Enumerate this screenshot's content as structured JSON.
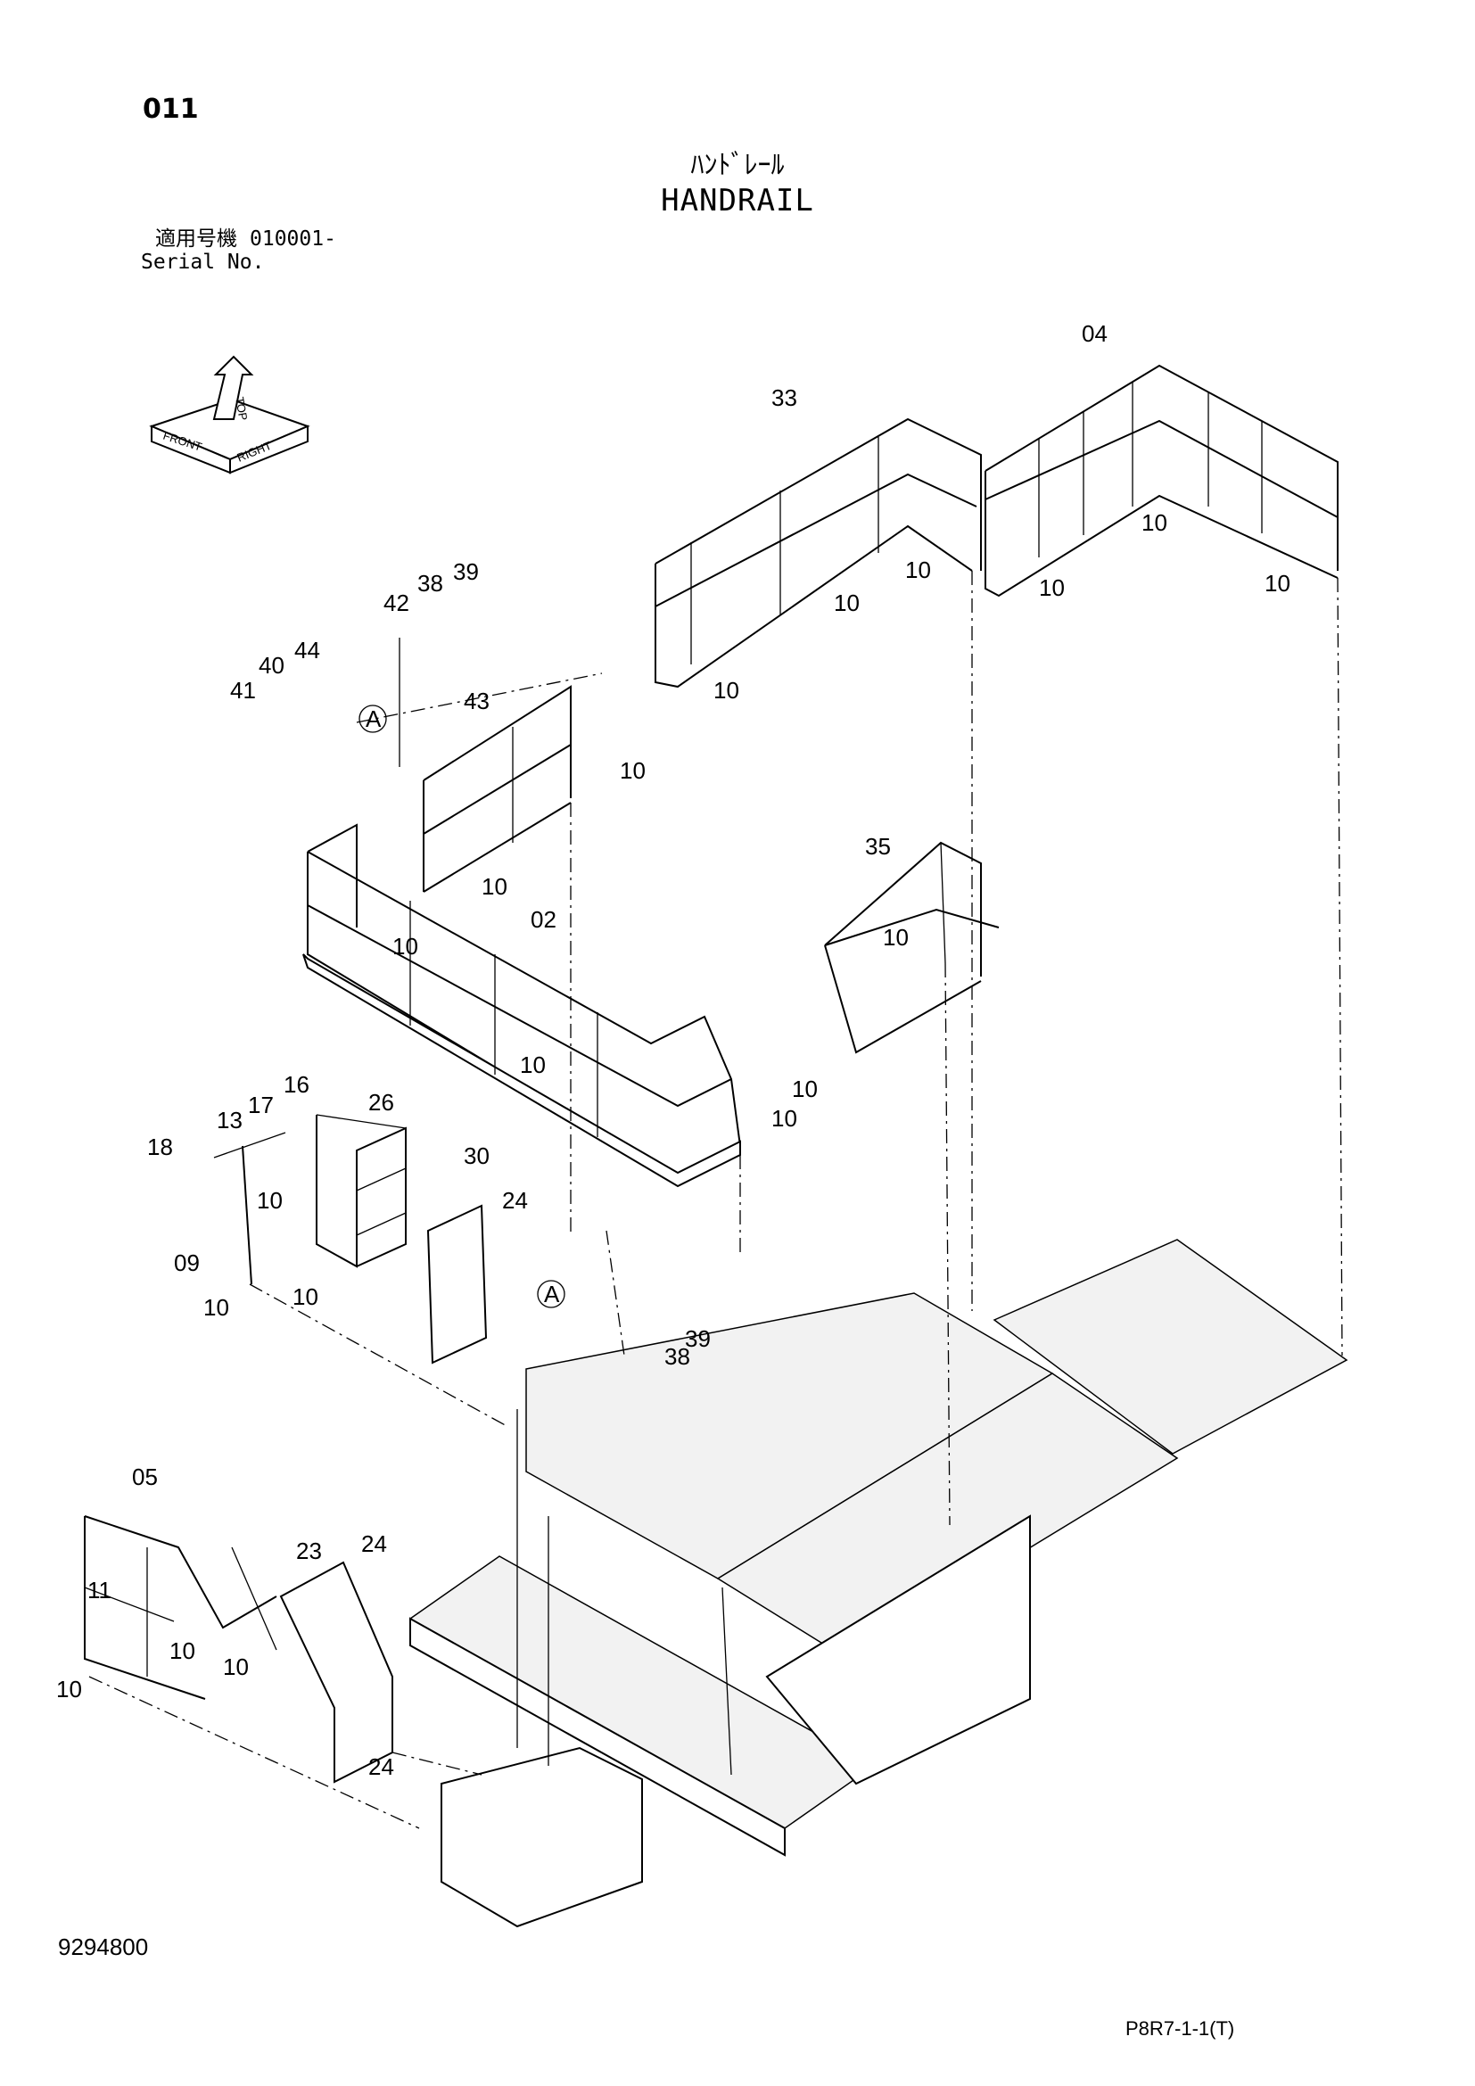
{
  "header": {
    "page_number": "011",
    "title_jp": "ﾊﾝﾄﾞﾚｰﾙ",
    "title_en": "HANDRAIL",
    "serial_label_jp": "適用号機",
    "serial_value": "010001-",
    "serial_label_en": "Serial No."
  },
  "orientation_icon": {
    "labels": [
      "FRONT",
      "TOP",
      "RIGHT"
    ]
  },
  "callouts": {
    "c04": "04",
    "c33": "33",
    "c02": "02",
    "c05": "05",
    "c09": "09",
    "c11": "11",
    "c13": "13",
    "c16": "16",
    "c17": "17",
    "c18": "18",
    "c23": "23",
    "c24": "24",
    "c26": "26",
    "c30": "30",
    "c35": "35",
    "c38": "38",
    "c39": "39",
    "c40": "40",
    "c41": "41",
    "c42": "42",
    "c43": "43",
    "c44": "44",
    "c10": "10",
    "ref_a": "A"
  },
  "footer": {
    "document_number": "9294800",
    "page_code": "P8R7-1-1(T)"
  }
}
